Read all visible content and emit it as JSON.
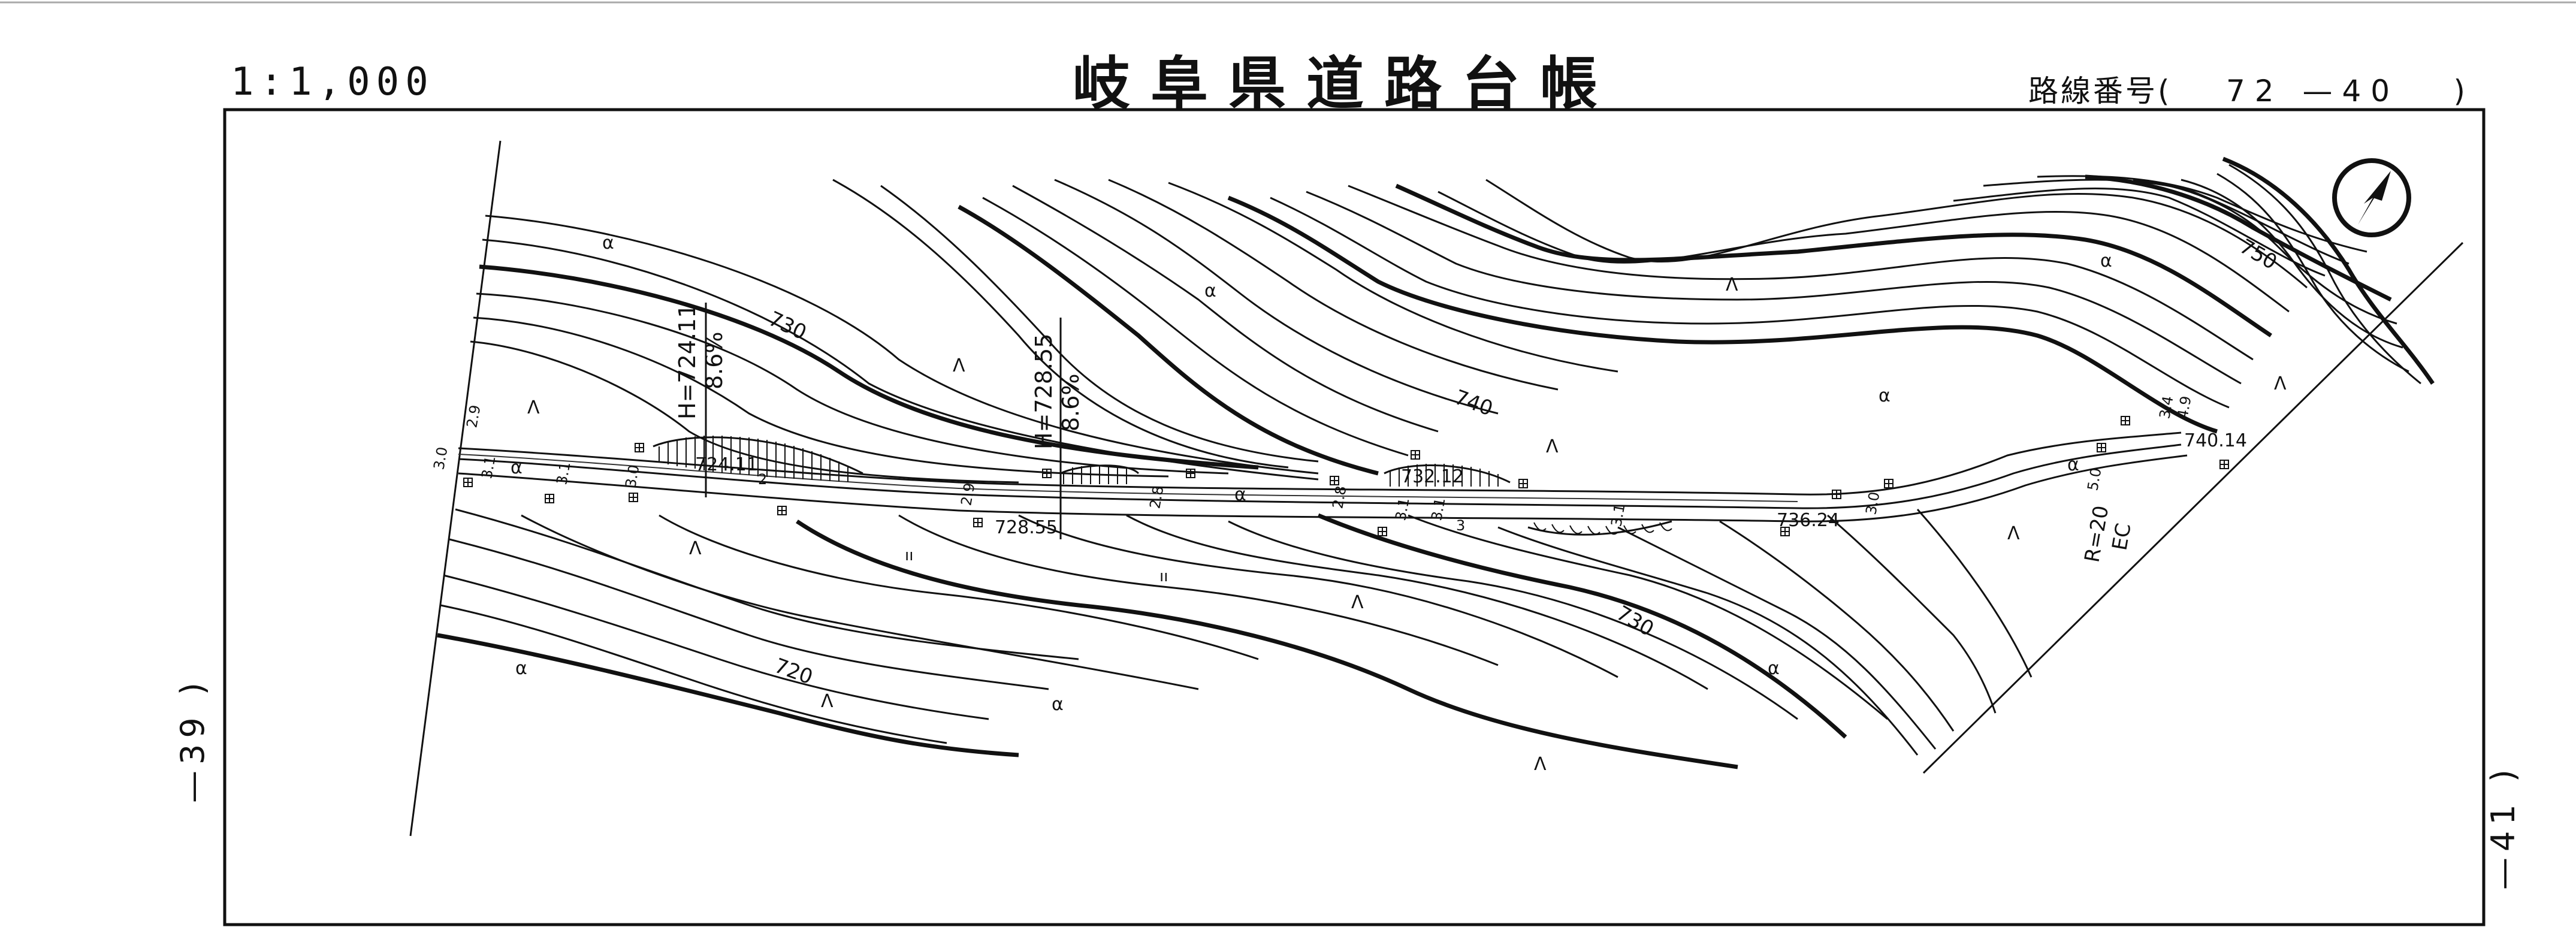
{
  "header": {
    "scale": "1:1,000",
    "title": "岐阜県道路台帳",
    "route_label": "路線番号(",
    "route_number": "72 —40",
    "route_close": ")"
  },
  "margins": {
    "left_sheet": "—39 )",
    "right_sheet": "—41 )"
  },
  "map": {
    "north_arrow": "north-arrow-icon",
    "contours": {
      "c720": "720",
      "c730a": "730",
      "c730b": "730",
      "c740": "740",
      "c750": "750"
    },
    "section_1": {
      "height": "H=724.11",
      "grade": "8.6%",
      "elev": "724.11"
    },
    "section_2": {
      "height": "H=728.55",
      "grade": "8.6%",
      "elev": "728.55"
    },
    "elevations": {
      "e732": "732.12",
      "e736": "736.24",
      "e740": "740.14"
    },
    "curve": {
      "radius": "R=20",
      "point": "EC"
    },
    "widths": {
      "w30": "3.0",
      "w29a": "2.9",
      "w31a": "3.1",
      "w31b": "3.1",
      "w30b": "3.0",
      "w2": "2",
      "w29b": "2.9",
      "w28a": "2.8",
      "w28b": "2.8",
      "w31c": "3.1",
      "w31d": "3.1",
      "w3": "3",
      "w31e": "3.1",
      "w30c": "3.0",
      "w50": "5.0",
      "w34": "3.4",
      "w49": "4.9"
    },
    "symbols": {
      "paddy": "α",
      "forest": "Λ",
      "field": "ıı"
    }
  }
}
